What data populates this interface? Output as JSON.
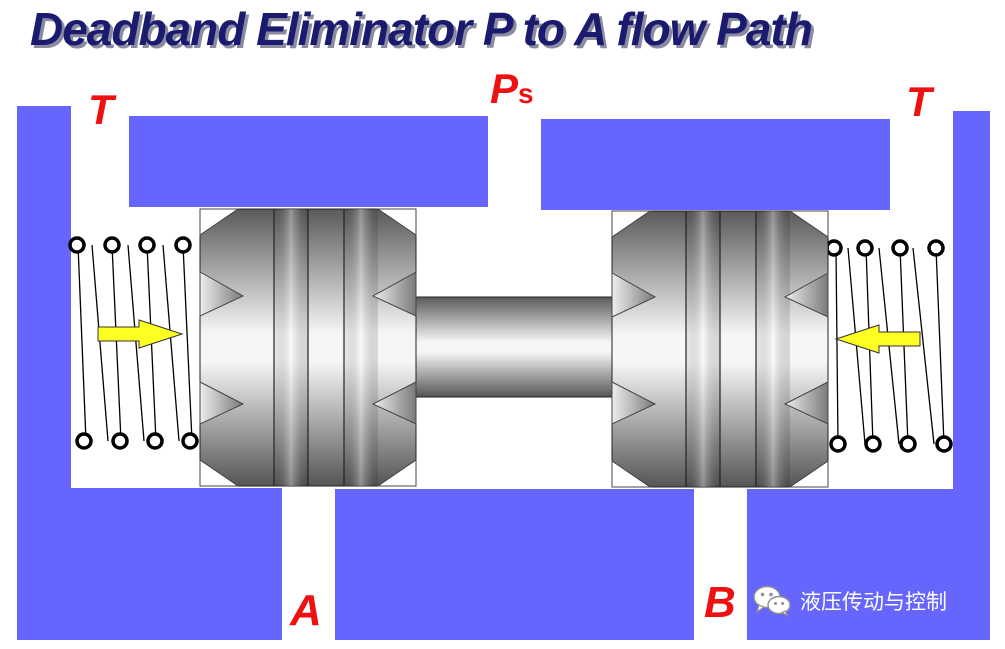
{
  "title": "Deadband  Eliminator  P to A flow Path",
  "ports": {
    "supply_main": "P",
    "supply_sub": "s",
    "tank_left": "T",
    "tank_right": "T",
    "work_a": "A",
    "work_b": "B"
  },
  "watermark": {
    "icon": "wechat-icon",
    "text": "液压传动与控制"
  },
  "colors": {
    "housing": "#6666ff",
    "label": "#ee1111",
    "arrow": "#ffff22",
    "title": "#1a1a6e"
  }
}
